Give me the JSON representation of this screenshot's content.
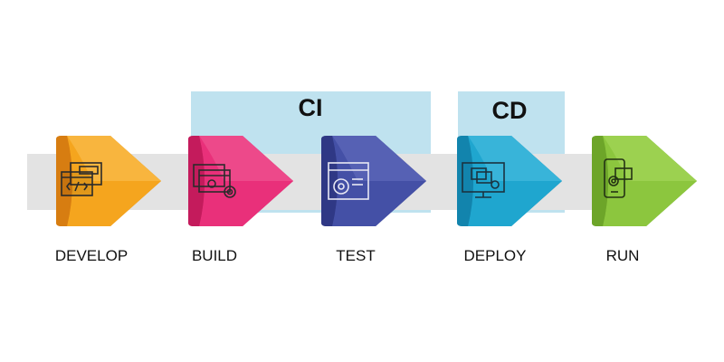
{
  "groups": [
    {
      "label": "CI",
      "color": "#bfe2ef"
    },
    {
      "label": "CD",
      "color": "#bfe2ef"
    }
  ],
  "track_color": "#e3e3e3",
  "stages": [
    {
      "label": "DEVELOP",
      "icon": "code-windows-icon",
      "color": "#f5a51e",
      "light": "#f9c25a",
      "dark": "#d77d12"
    },
    {
      "label": "BUILD",
      "icon": "build-windows-gear-icon",
      "color": "#e9307a",
      "light": "#f15f98",
      "dark": "#c41c5c"
    },
    {
      "label": "TEST",
      "icon": "browser-gear-icon",
      "color": "#4450a6",
      "light": "#6670c0",
      "dark": "#2f3885"
    },
    {
      "label": "DEPLOY",
      "icon": "monitor-deploy-icon",
      "color": "#1fa6cf",
      "light": "#4cc0e2",
      "dark": "#1384ad"
    },
    {
      "label": "RUN",
      "icon": "mobile-gear-icon",
      "color": "#8cc63e",
      "light": "#aadb5e",
      "dark": "#6da529"
    }
  ]
}
